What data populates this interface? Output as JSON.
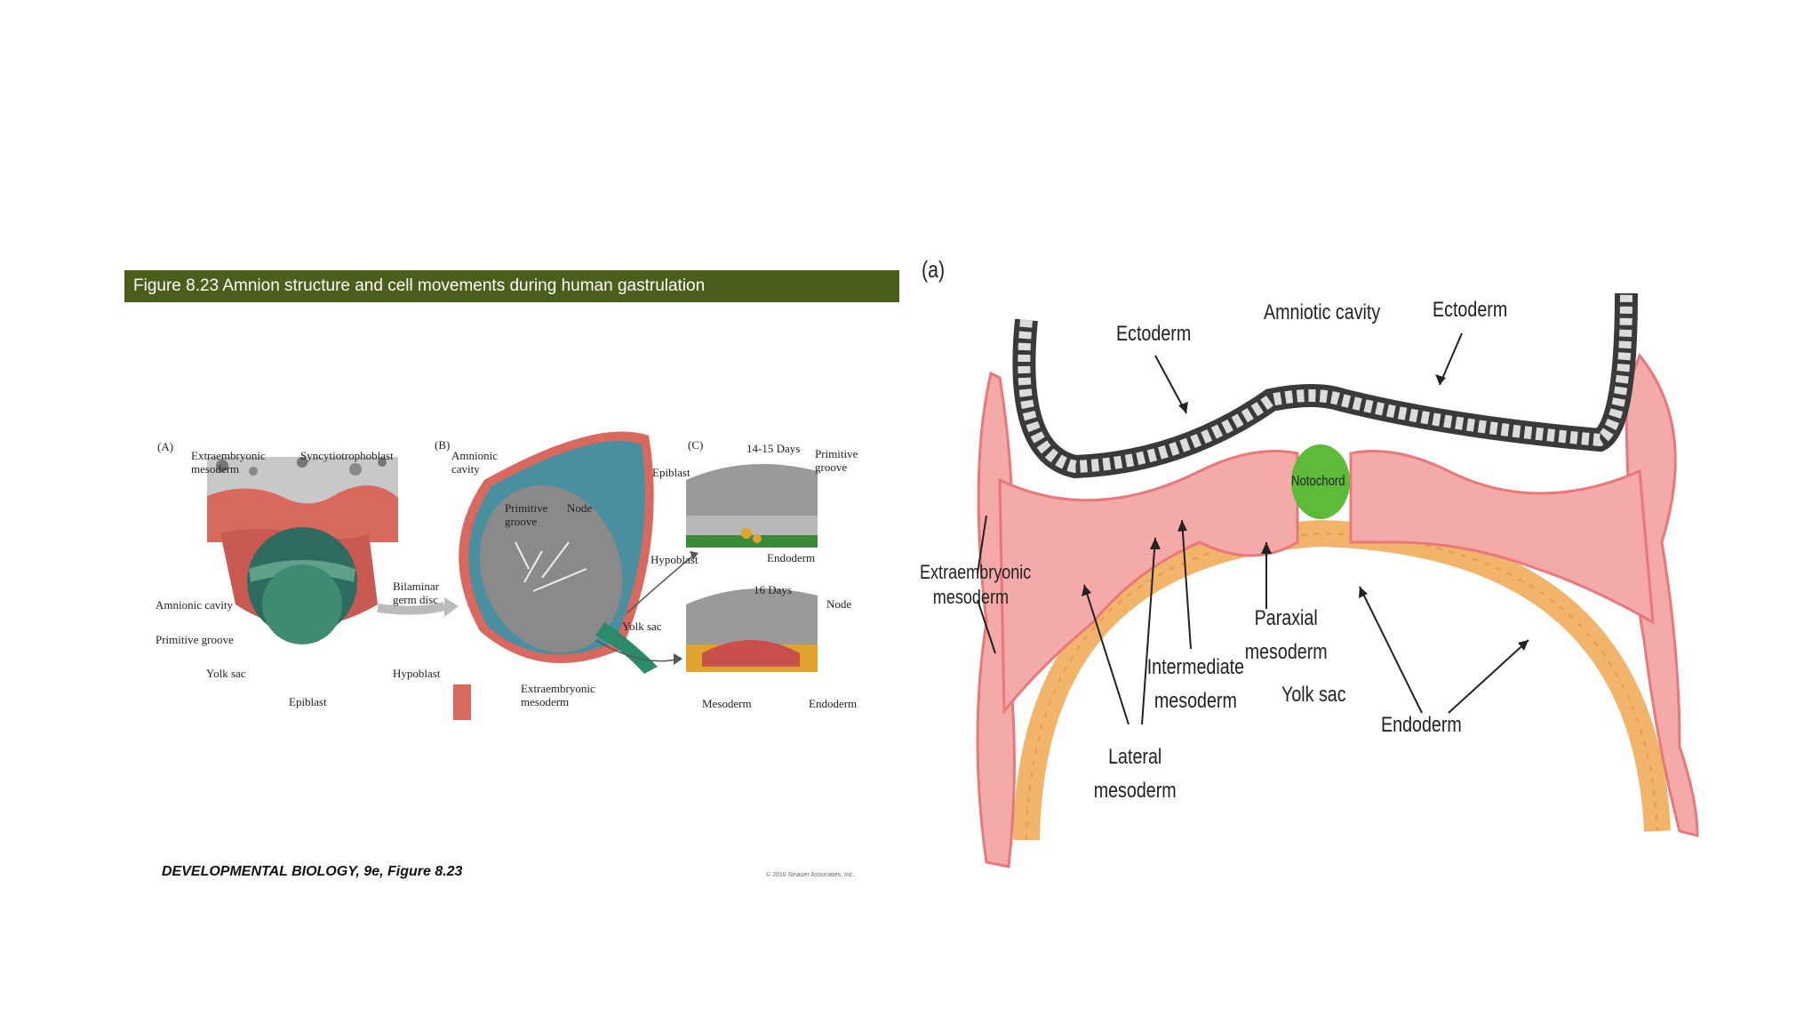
{
  "left_figure": {
    "banner": "Figure 8.23  Amnion structure and cell movements during human gastrulation",
    "panel_a": {
      "letter": "(A)",
      "labels": {
        "extraembryonic_mesoderm": "Extraembryonic mesoderm",
        "syncytiotrophoblast": "Syncytiotrophoblast",
        "bilaminar_germ_disc": "Bilaminar germ disc",
        "amnionic_cavity": "Amnionic cavity",
        "primitive_groove": "Primitive groove",
        "yolk_sac": "Yolk sac",
        "hypoblast": "Hypoblast",
        "epiblast": "Epiblast"
      }
    },
    "panel_b": {
      "letter": "(B)",
      "labels": {
        "amnionic_cavity": "Amnionic cavity",
        "primitive_groove": "Primitive groove",
        "node": "Node",
        "hypoblast": "Hypoblast",
        "yolk_sac": "Yolk sac",
        "extraembryonic_mesoderm": "Extraembryonic mesoderm"
      }
    },
    "panel_c": {
      "letter": "(C)",
      "labels": {
        "days_14_15": "14-15 Days",
        "primitive_groove": "Primitive groove",
        "epiblast": "Epiblast",
        "endoderm_top": "Endoderm",
        "days_16": "16 Days",
        "node": "Node",
        "mesoderm": "Mesoderm",
        "endoderm_bottom": "Endoderm"
      }
    },
    "credit": "DEVELOPMENTAL BIOLOGY, 9e, Figure 8.23",
    "copyright": "© 2010 Sinauer Associates, Inc."
  },
  "right_figure": {
    "panel_letter": "(a)",
    "labels": {
      "ectoderm_left": "Ectoderm",
      "amniotic_cavity": "Amniotic cavity",
      "ectoderm_right": "Ectoderm",
      "notochord": "Notochord",
      "extraembryonic_mesoderm": "Extraembryonic mesoderm",
      "paraxial_mesoderm": "Paraxial mesoderm",
      "intermediate_mesoderm": "Intermediate mesoderm",
      "yolk_sac": "Yolk sac",
      "endoderm": "Endoderm",
      "lateral_mesoderm": "Lateral mesoderm"
    },
    "colors": {
      "ectoderm": "#3a3a3a",
      "mesoderm": "#e8787a",
      "notochord": "#5dbb3a",
      "endoderm": "#f2b46a"
    }
  }
}
